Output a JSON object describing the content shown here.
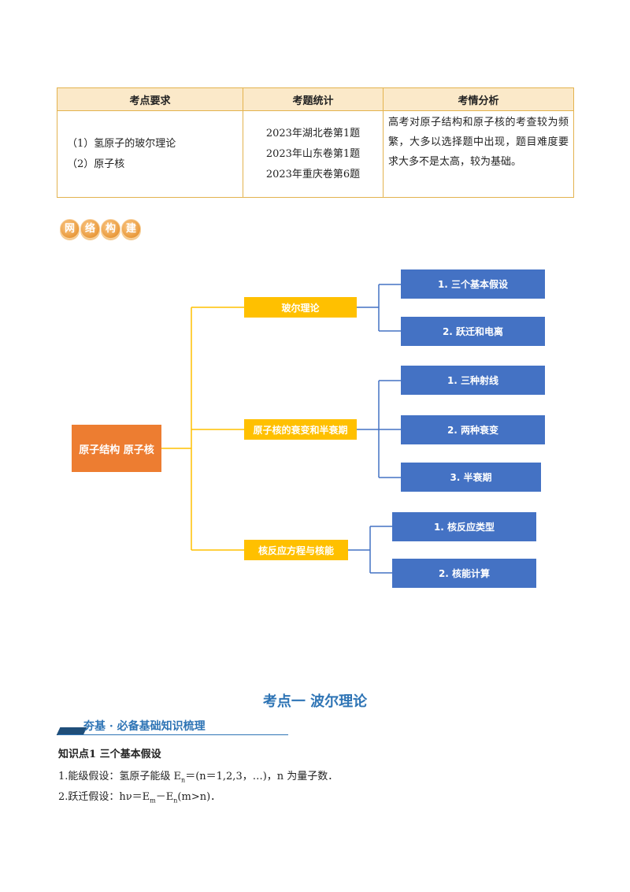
{
  "table": {
    "headers": [
      "考点要求",
      "考题统计",
      "考情分析"
    ],
    "requirements": [
      "（1）氢原子的玻尔理论",
      "（2）原子核"
    ],
    "stats": [
      "2023年湖北卷第1题",
      "2023年山东卷第1题",
      "2023年重庆卷第6题"
    ],
    "analysis": "高考对原子结构和原子核的考查较为频繁，大多以选择题中出现，题目难度要求大多不是太高，较为基础。"
  },
  "badge": [
    "网",
    "络",
    "构",
    "建"
  ],
  "mind_map": {
    "root": "原子结构 原子核",
    "branches": [
      {
        "label": "玻尔理论",
        "children": [
          "1. 三个基本假设",
          "2. 跃迁和电离"
        ]
      },
      {
        "label": "原子核的衰变和半衰期",
        "children": [
          "1. 三种射线",
          "2. 两种衰变",
          "3. 半衰期"
        ]
      },
      {
        "label": "核反应方程与核能",
        "children": [
          "1. 核反应类型",
          "2. 核能计算"
        ]
      }
    ],
    "colors": {
      "root": "#ed7d31",
      "branch": "#ffc000",
      "leaf": "#4472c4",
      "connector": "#ffc000",
      "leaf_connector": "#4472c4"
    }
  },
  "section": {
    "title": "考点一  波尔理论",
    "banner": "夯基 · 必备基础知识梳理",
    "knowledge_title": "知识点1  三个基本假设",
    "p1_prefix": "1.能级假设：氢原子能级 E",
    "p1_sub": "n",
    "p1_suffix": "＝(n＝1,2,3，…)，n 为量子数．",
    "p2_prefix": "2.跃迁假设：hν＝E",
    "p2_sub1": "m",
    "p2_mid": "－E",
    "p2_sub2": "n",
    "p2_suffix": "(m>n)．"
  }
}
